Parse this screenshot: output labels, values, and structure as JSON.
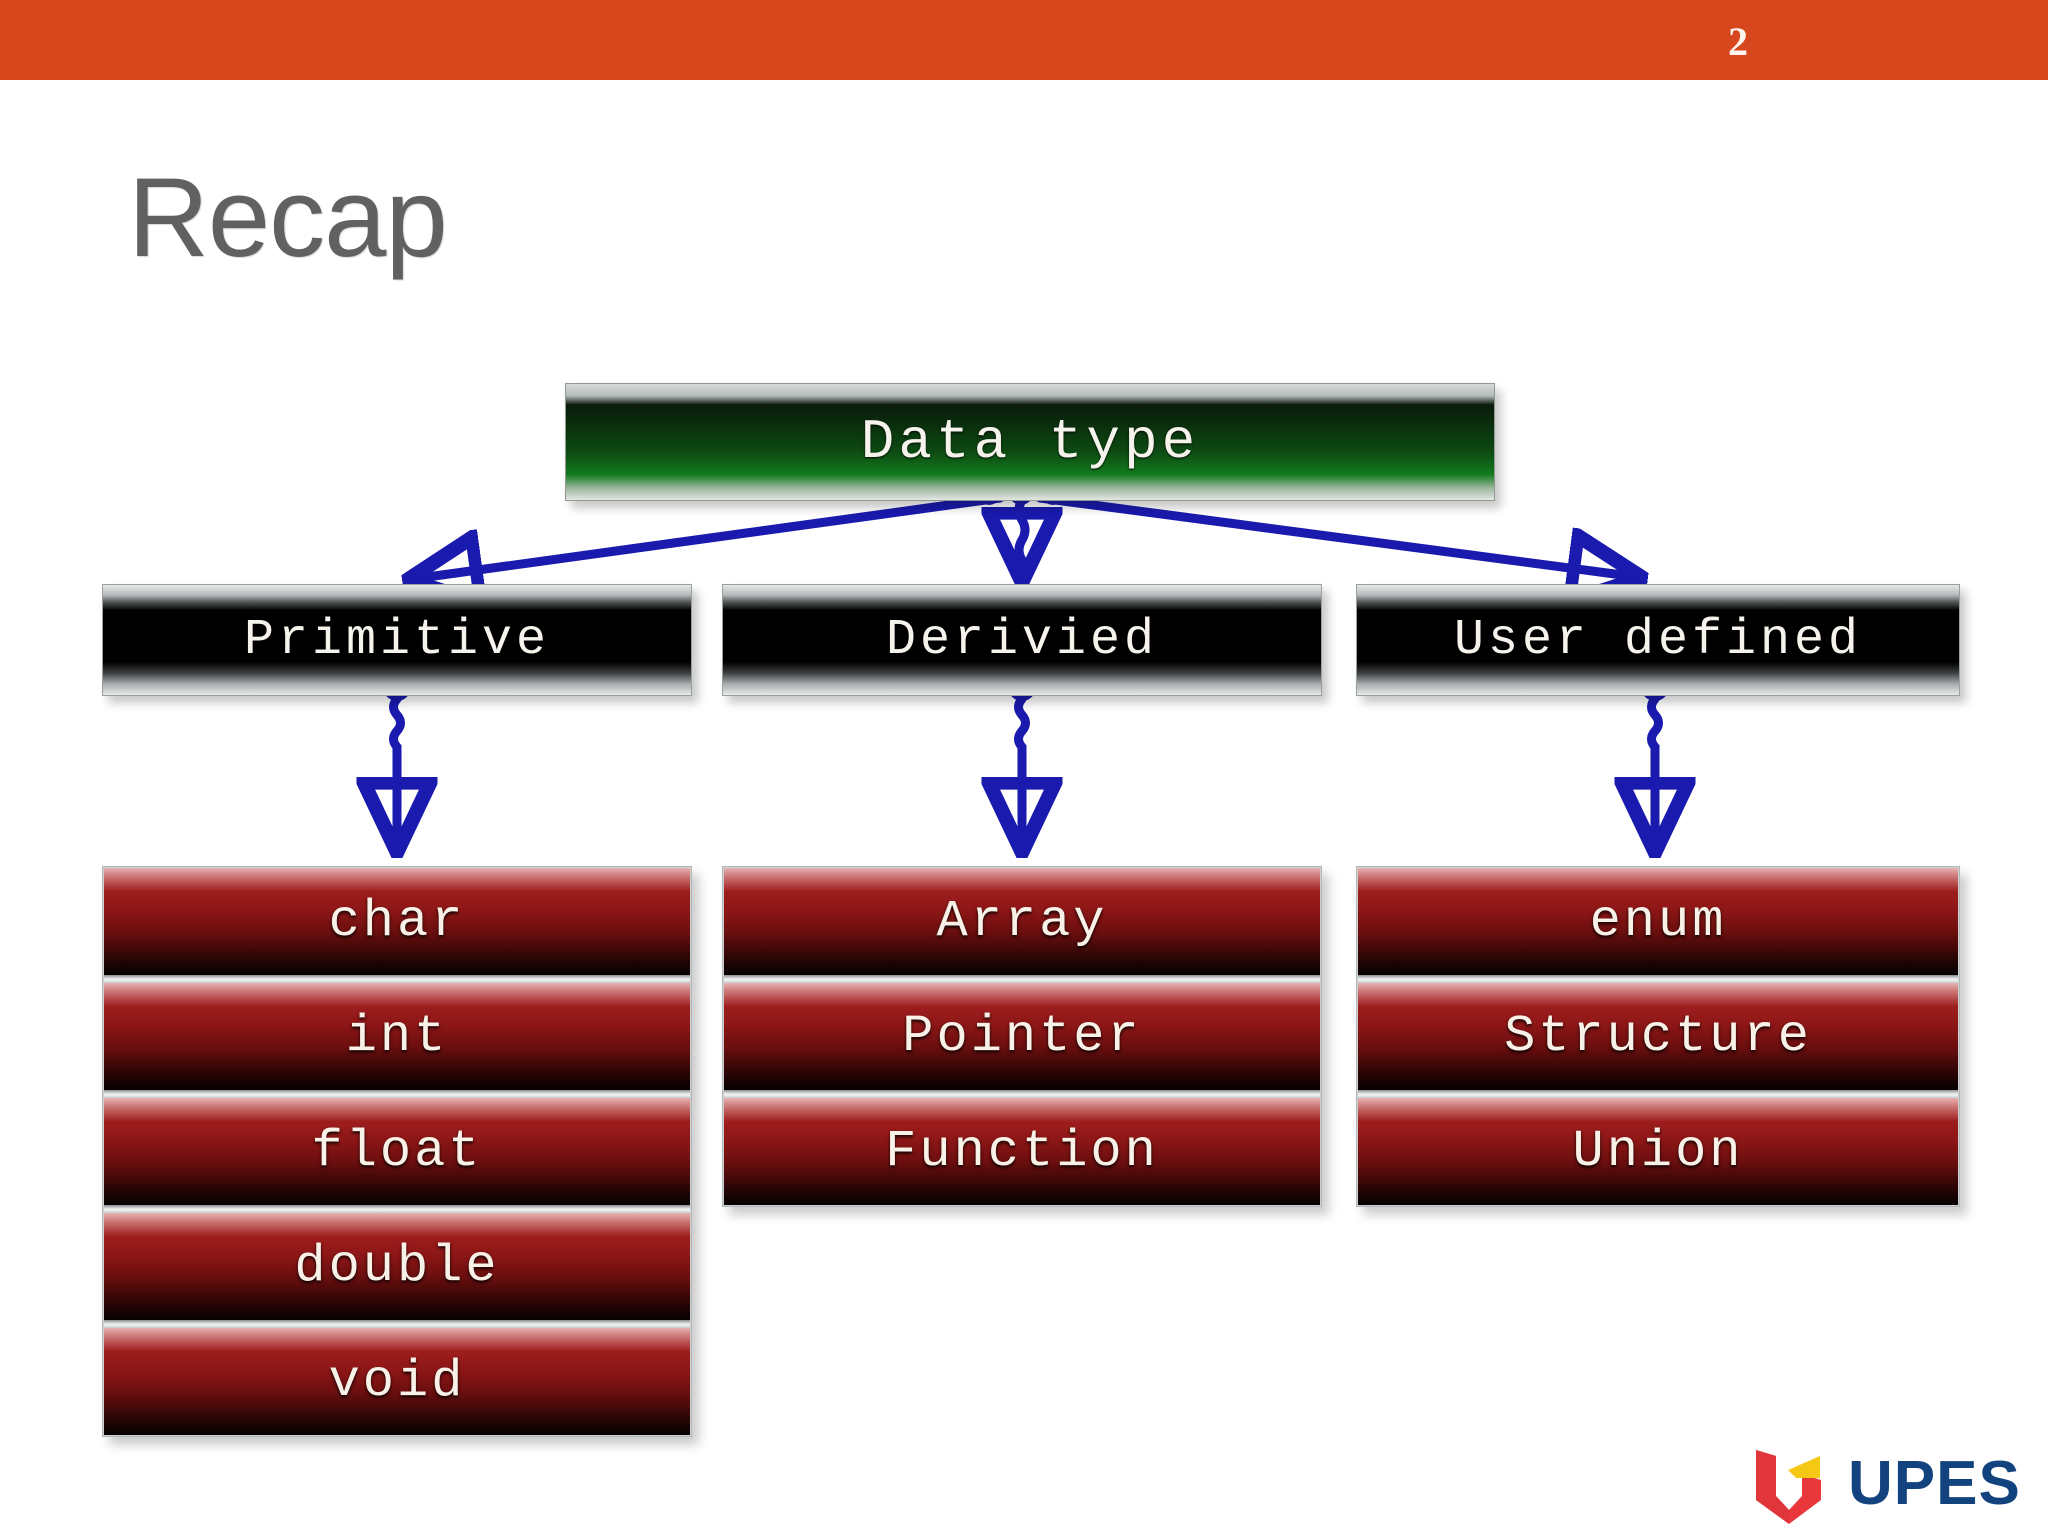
{
  "header": {
    "bar_color": "#d7471e",
    "page_number": "2"
  },
  "title": "Recap",
  "diagram": {
    "root": {
      "label": "Data type",
      "style_color": "#0d4a12"
    },
    "categories": [
      {
        "label": "Primitive",
        "style_color": "#000000",
        "items": [
          "char",
          "int",
          "float",
          "double",
          "void"
        ]
      },
      {
        "label": "Derivied",
        "style_color": "#000000",
        "items": [
          "Array",
          "Pointer",
          "Function"
        ]
      },
      {
        "label": "User defined",
        "style_color": "#000000",
        "items": [
          "enum",
          "Structure",
          "Union"
        ]
      }
    ],
    "connector_color": "#1a1aae"
  },
  "footer": {
    "logo_text": "UPES",
    "logo_mark_red": "#e8383c",
    "logo_mark_yellow": "#f6c816",
    "logo_text_color": "#12437f"
  }
}
